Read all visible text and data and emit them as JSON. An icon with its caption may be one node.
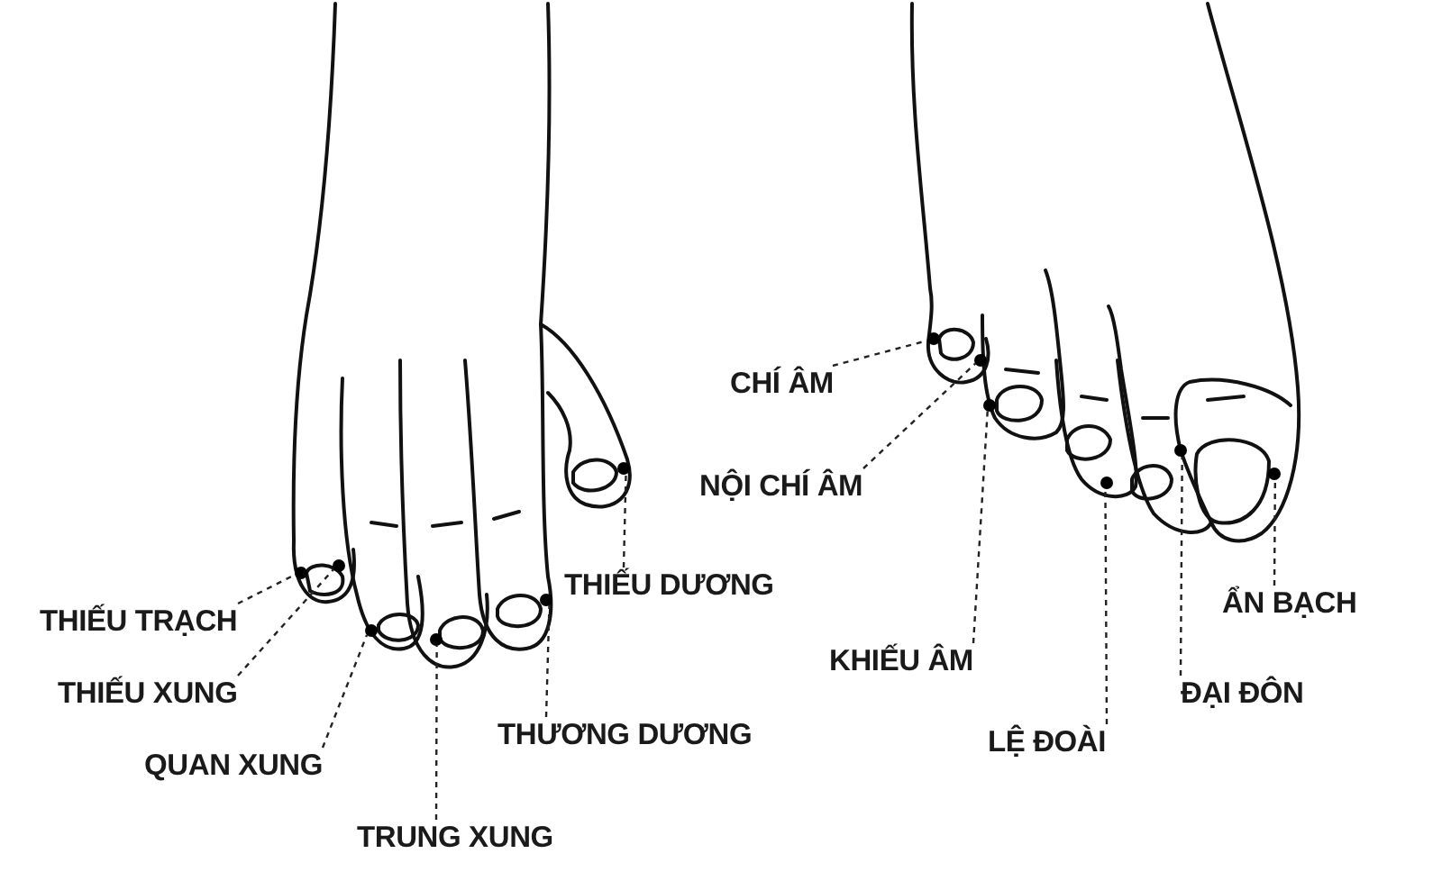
{
  "diagram": {
    "nodes": [
      {
        "text": [
          "THIẾU TRẠCH"
        ]
      },
      {
        "text": [
          "THIẾU XUNG"
        ]
      },
      {
        "text": [
          "QUAN XUNG"
        ]
      },
      {
        "text": [
          "TRUNG XUNG"
        ]
      },
      {
        "text": [
          "THƯƠNG DƯƠNG"
        ]
      },
      {
        "text": [
          "THIẾU DƯƠNG"
        ]
      },
      {
        "text": [
          "CHÍ ÂM"
        ]
      },
      {
        "text": [
          "NỘI CHÍ ÂM"
        ]
      },
      {
        "text": [
          "KHIẾU ÂM"
        ]
      },
      {
        "text": [
          "LỆ ĐOÀI"
        ]
      },
      {
        "text": [
          "ĐẠI ĐÔN"
        ]
      },
      {
        "text": [
          "ẨN BẠCH"
        ]
      },
      {
        "text": [],
        "shape": "circle"
      },
      {
        "text": [],
        "shape": "circle"
      },
      {
        "text": [],
        "shape": "circle"
      },
      {
        "text": [],
        "shape": "circle"
      },
      {
        "text": [],
        "shape": "circle"
      },
      {
        "text": [],
        "shape": "circle"
      },
      {
        "text": [],
        "shape": "circle"
      },
      {
        "text": [],
        "shape": "circle"
      },
      {
        "text": [],
        "shape": "circle"
      },
      {
        "text": [],
        "shape": "circle"
      },
      {
        "text": [],
        "shape": "circle"
      },
      {
        "text": [],
        "shape": "circle"
      }
    ],
    "edges": [
      {
        "from": 0,
        "to": 12,
        "arrow": "none",
        "style": "dashed"
      },
      {
        "from": 1,
        "to": 13,
        "arrow": "none",
        "style": "dashed"
      },
      {
        "from": 2,
        "to": 14,
        "arrow": "none",
        "style": "dashed"
      },
      {
        "from": 3,
        "to": 15,
        "arrow": "none",
        "style": "dashed"
      },
      {
        "from": 4,
        "to": 16,
        "arrow": "none",
        "style": "dashed"
      },
      {
        "from": 5,
        "to": 17,
        "arrow": "none",
        "style": "dashed"
      },
      {
        "from": 6,
        "to": 18,
        "arrow": "none",
        "style": "dashed"
      },
      {
        "from": 7,
        "to": 19,
        "arrow": "none",
        "style": "dashed"
      },
      {
        "from": 8,
        "to": 20,
        "arrow": "none",
        "style": "dashed"
      },
      {
        "from": 9,
        "to": 21,
        "arrow": "none",
        "style": "dashed"
      },
      {
        "from": 10,
        "to": 22,
        "arrow": "none",
        "style": "dashed"
      },
      {
        "from": 11,
        "to": 23,
        "arrow": "none",
        "style": "dashed"
      }
    ]
  }
}
